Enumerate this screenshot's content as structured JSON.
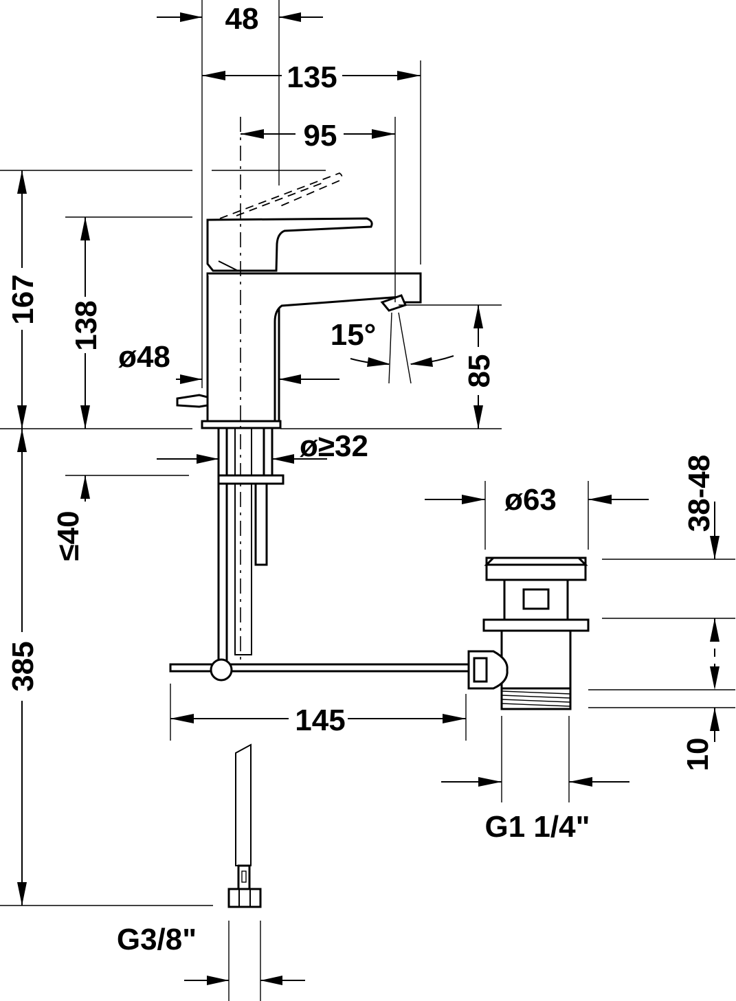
{
  "dimensions": {
    "d48_top": "48",
    "d135": "135",
    "d95": "95",
    "d167": "167",
    "d138": "138",
    "d_dia48": "ø48",
    "d15deg": "15°",
    "d85": "85",
    "d_dia32": "ø≥32",
    "d40": "≤40",
    "d_dia63": "ø63",
    "d38_48": "38-48",
    "d385": "385",
    "d145": "145",
    "d10": "10",
    "d_g114": "G1 1/4\"",
    "d_g38": "G3/8\""
  }
}
